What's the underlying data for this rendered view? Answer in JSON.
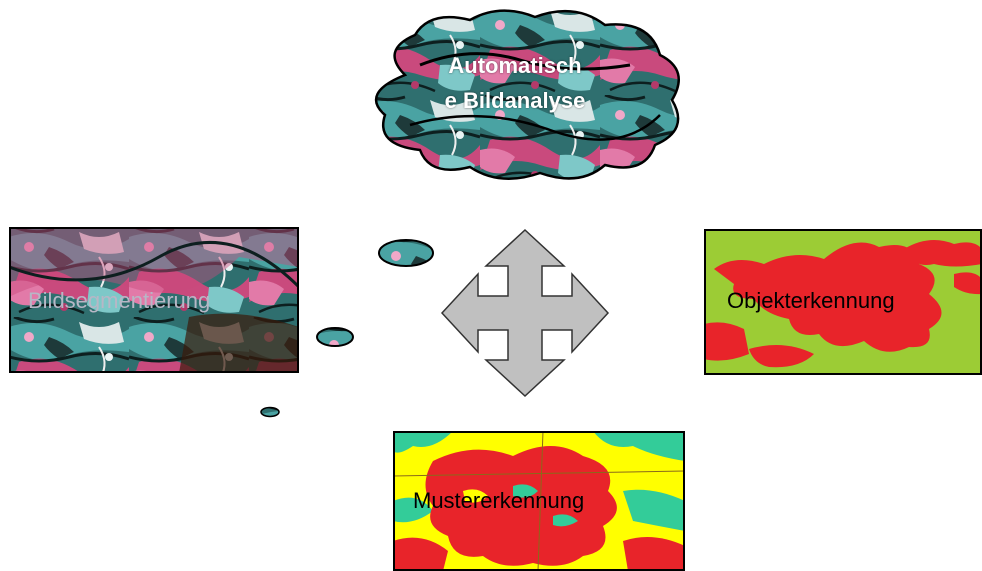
{
  "cloud": {
    "title_line1": "Automatisch",
    "title_line2": "e Bildanalyse"
  },
  "panels": {
    "segmentation": {
      "label": "Bildsegmentierung"
    },
    "object_recognition": {
      "label": "Objekterkennung"
    },
    "pattern_recognition": {
      "label": "Mustererkennung"
    }
  },
  "colors": {
    "arrow_fill": "#c0c0c0",
    "arrow_stroke": "#333333",
    "object_bg": "#9ccc35",
    "object_blob": "#e8242a",
    "pattern_yellow": "#ffff00",
    "pattern_red": "#e8242a",
    "pattern_cyan": "#33cc99",
    "satellite_teal": "#3b8f8f",
    "satellite_pink": "#c94a7d"
  }
}
